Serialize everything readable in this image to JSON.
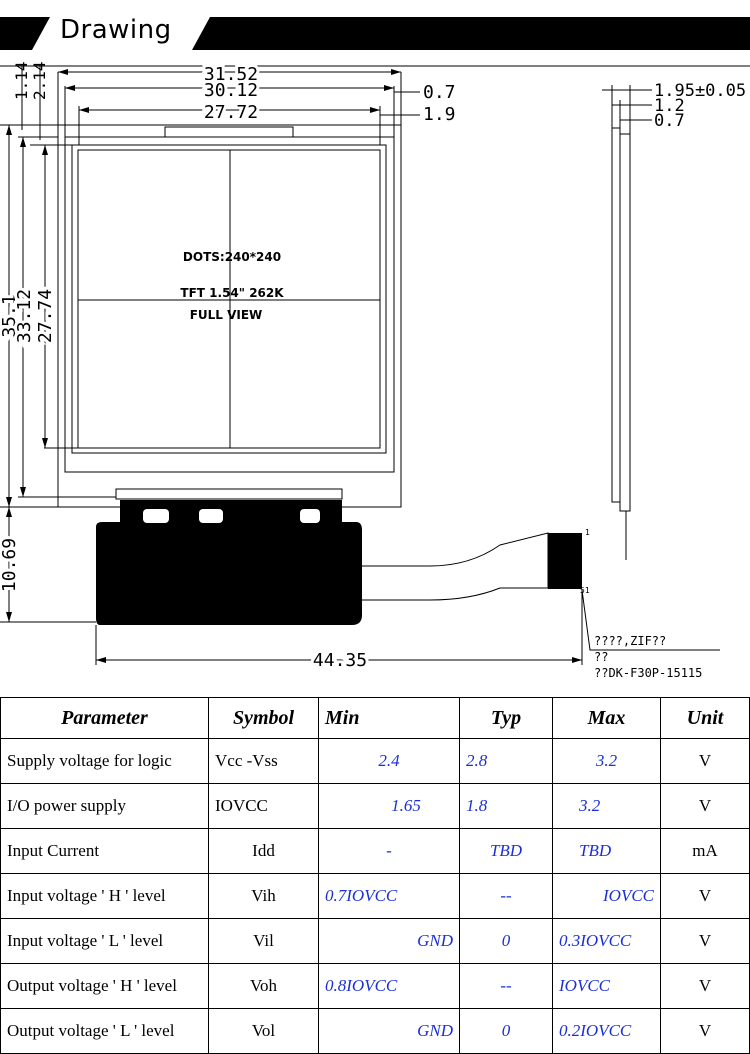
{
  "section_title": "Drawing",
  "drawing": {
    "dims_top": [
      "31.52",
      "30.12",
      "27.72"
    ],
    "dims_right": [
      "0.7",
      "1.9"
    ],
    "dims_left_small": [
      "1.14",
      "2.14"
    ],
    "dims_left": [
      "35.1",
      "33.12",
      "27.74"
    ],
    "dim_bottom_left": "10.69",
    "dim_bottom": "44.35",
    "side_dims": [
      "1.95±0.05",
      "1.2",
      "0.7"
    ],
    "screen_text": [
      "DOTS:240*240",
      "TFT 1.54\" 262K",
      "FULL VIEW"
    ],
    "pin_labels": [
      "1",
      "51"
    ],
    "connector_note": [
      "????,ZIF??",
      "??",
      "??DK-F30P-15115"
    ]
  },
  "table": {
    "headers": [
      "Parameter",
      "Symbol",
      "Min",
      "Typ",
      "Max",
      "Unit"
    ],
    "rows": [
      [
        "Supply voltage for logic",
        "Vcc -Vss",
        "2.4",
        "2.8",
        "3.2",
        "V"
      ],
      [
        "I/O power supply",
        "IOVCC",
        "1.65",
        "1.8",
        "3.2",
        "V"
      ],
      [
        "Input Current",
        "Idd",
        "-",
        "TBD",
        "TBD",
        "mA"
      ],
      [
        "Input voltage ' H ' level",
        "Vih",
        "0.7IOVCC",
        "--",
        "IOVCC",
        "V"
      ],
      [
        "Input voltage ' L ' level",
        "Vil",
        "GND",
        "0",
        "0.3IOVCC",
        "V"
      ],
      [
        "Output voltage ' H ' level",
        "Voh",
        "0.8IOVCC",
        "--",
        "IOVCC",
        "V"
      ],
      [
        "Output voltage ' L ' level",
        "Vol",
        "GND",
        "0",
        "0.2IOVCC",
        "V"
      ]
    ]
  }
}
